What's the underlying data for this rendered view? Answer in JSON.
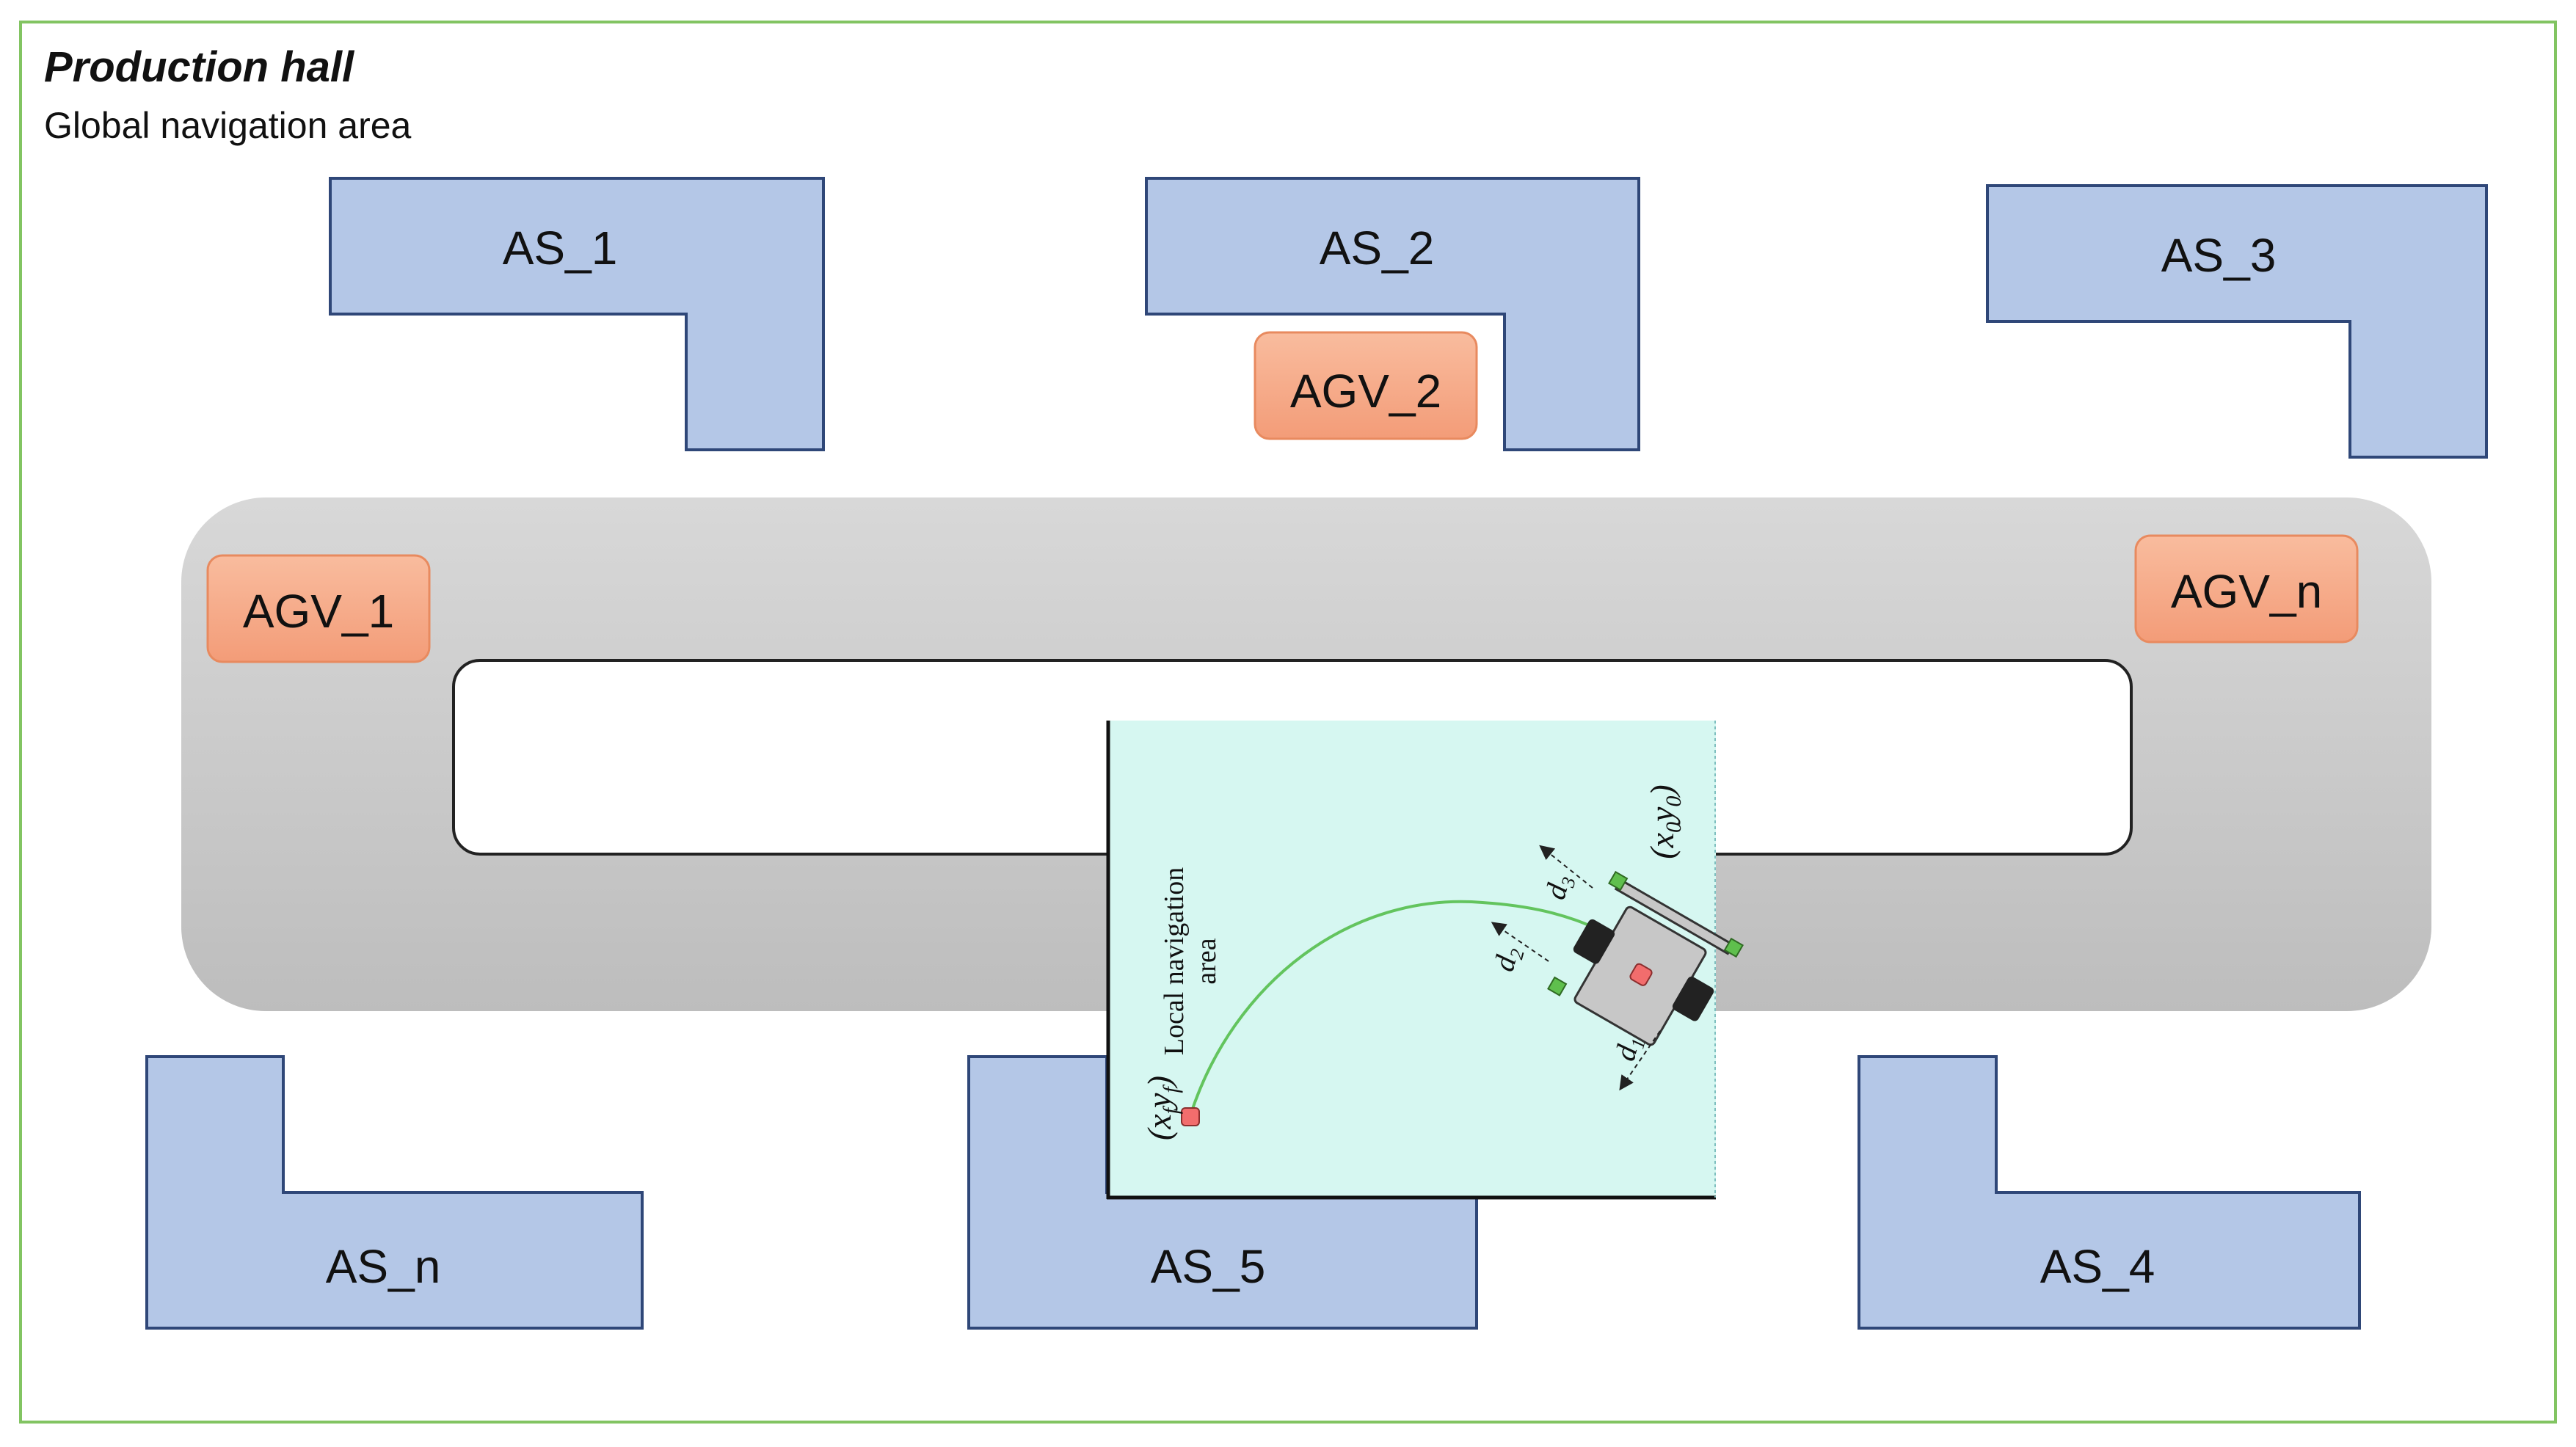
{
  "hall": {
    "title": "Production hall",
    "subtitle": "Global navigation area"
  },
  "stations": {
    "as1": "AS_1",
    "as2": "AS_2",
    "as3": "AS_3",
    "as4": "AS_4",
    "as5": "AS_5",
    "asn": "AS_n"
  },
  "agvs": {
    "agv1": "AGV_1",
    "agv2": "AGV_2",
    "agvn": "AGV_n"
  },
  "local_area": {
    "label_line1": "Local navigation",
    "label_line2": "area",
    "start_point": "(x",
    "start_sub": "0",
    "start_mid": "y",
    "start_sub2": "0",
    "start_close": ")",
    "final_point": "(x",
    "final_sub": "f",
    "final_mid": "y",
    "final_sub2": "f",
    "final_close": ")",
    "sensor_d1": "d",
    "sensor_d1_sub": "1",
    "sensor_d2": "d",
    "sensor_d2_sub": "2",
    "sensor_d3": "d",
    "sensor_d3_sub": "3"
  },
  "colors": {
    "border": "#82c462",
    "station_fill": "#b4c7e7",
    "station_stroke": "#2f4778",
    "agv_fill_top": "#f8b596",
    "agv_fill_bottom": "#f4a07e",
    "agv_stroke": "#e88a5f",
    "track_top": "#d6d6d6",
    "track_bottom": "#bcbcbc",
    "local_area_fill": "#d6f7f1",
    "path_green": "#63c45e",
    "robot_body": "#c7c7c7",
    "robot_marker": "#f26d6d",
    "sensor_green": "#5fbf4d"
  }
}
